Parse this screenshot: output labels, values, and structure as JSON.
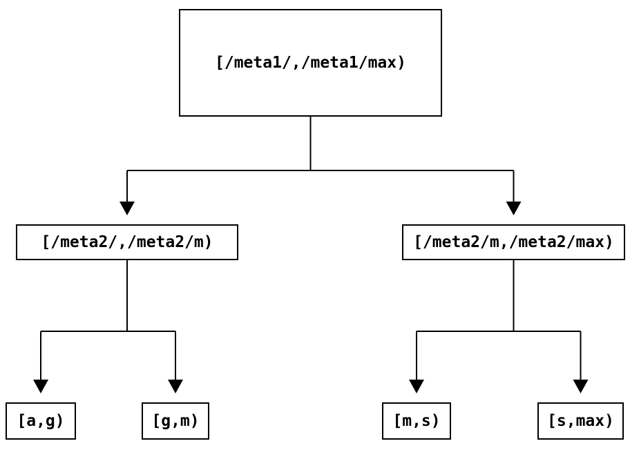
{
  "diagram": {
    "type": "tree",
    "description": "Interval partition tree: root interval split into two meta2 ranges, each split into two key ranges",
    "colors": {
      "background": "#ffffff",
      "box_border": "#000000",
      "line": "#000000",
      "text": "#000000"
    },
    "tree": {
      "root": {
        "label": "[/meta1/,/meta1/max)",
        "children": [
          {
            "label": "[/meta2/,/meta2/m)",
            "children": [
              {
                "label": "[a,g)"
              },
              {
                "label": "[g,m)"
              }
            ]
          },
          {
            "label": "[/meta2/m,/meta2/max)",
            "children": [
              {
                "label": "[m,s)"
              },
              {
                "label": "[s,max)"
              }
            ]
          }
        ]
      }
    }
  }
}
